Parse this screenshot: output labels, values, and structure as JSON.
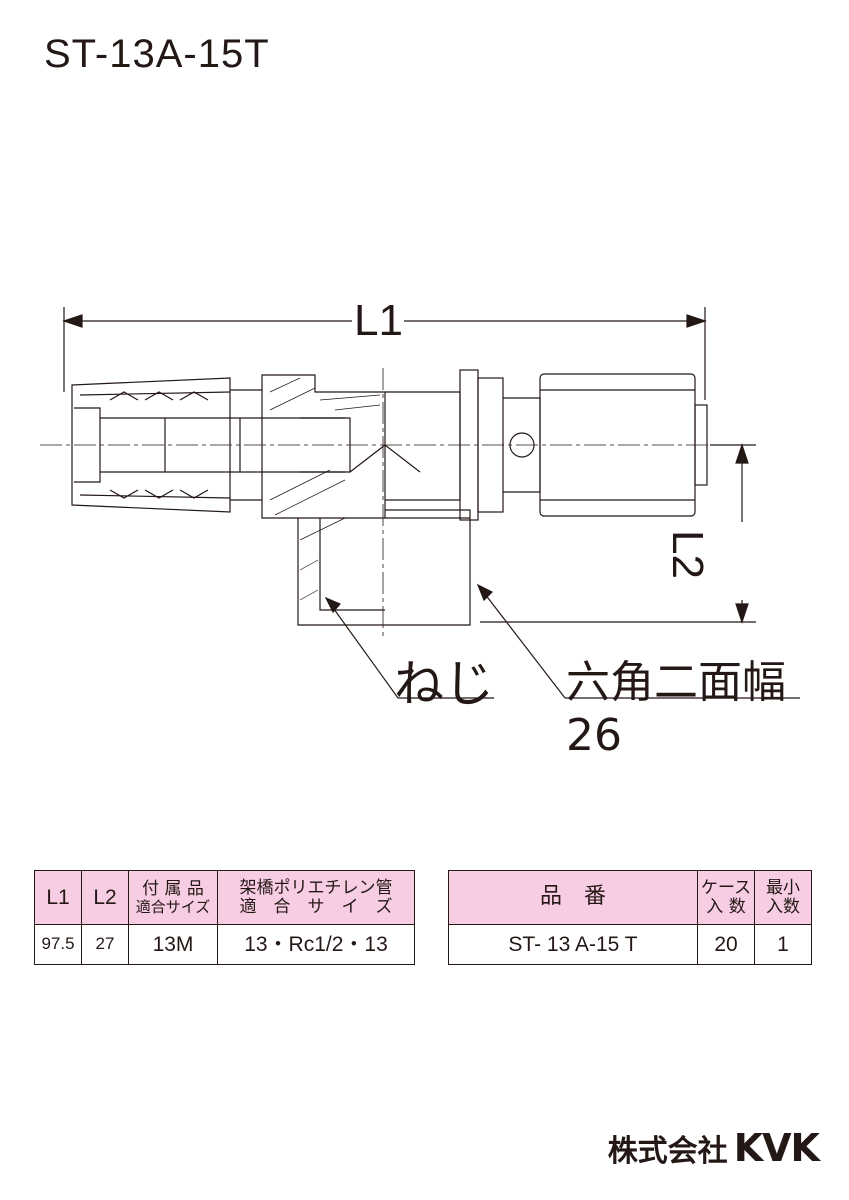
{
  "title": "ST-13A-15T",
  "drawing": {
    "dim_l1": "L1",
    "dim_l2": "L2",
    "callout_thread": "ねじ",
    "callout_hex": "六角二面幅 26"
  },
  "spec_table": {
    "headers": [
      "L1",
      "L2",
      "付 属 品",
      "適合サイズ",
      "架橋ポリエチレン管",
      "適　合　サ　イ　ズ"
    ],
    "row": {
      "l1": "97.5",
      "l2": "27",
      "accessory": "13M",
      "pipe": "13・Rc1/2・13"
    }
  },
  "product_table": {
    "header_part": "品　番",
    "header_case_1": "ケース",
    "header_case_2": "入 数",
    "header_min_1": "最小",
    "header_min_2": "入数",
    "part_no": "ST- 13 A-15 T",
    "case_qty": "20",
    "min_qty": "1"
  },
  "logo": {
    "company_jp": "株式会社",
    "brand": "KVK"
  },
  "colors": {
    "header_fill": "#f7cde3",
    "line": "#231815"
  }
}
